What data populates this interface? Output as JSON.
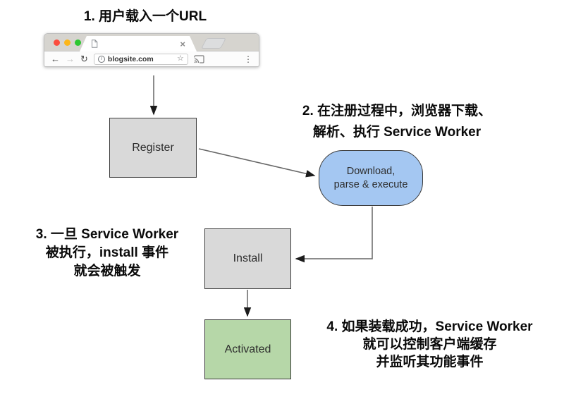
{
  "annotations": {
    "step1": "1. 用户载入一个URL",
    "step2": [
      "2. 在注册过程中，浏览器下载、",
      "解析、执行 Service Worker"
    ],
    "step3": [
      "3. 一旦 Service Worker",
      "被执行，install 事件",
      "就会被触发"
    ],
    "step4": [
      "4. 如果装载成功，Service Worker",
      "就可以控制客户端缓存",
      "并监听其功能事件"
    ]
  },
  "browser": {
    "url": "blogsite.com",
    "icons": {
      "back": "←",
      "forward": "→",
      "reload": "↻",
      "info": "i",
      "star": "☆",
      "cast": "cast-icon",
      "menu": "⋮",
      "tab_close": "×",
      "tab_page": "page-icon"
    }
  },
  "nodes": {
    "register": "Register",
    "download_line1": "Download,",
    "download_line2": "parse & execute",
    "install": "Install",
    "activated": "Activated"
  },
  "colors": {
    "node_gray": "#d9d9d9",
    "node_blue": "#a4c7f2",
    "node_green": "#b6d7a8",
    "node_border": "#3a3a3a",
    "arrow_line": "#666666",
    "traffic_red": "#fb4d3e",
    "traffic_yellow": "#fcb619",
    "traffic_green": "#2ec732"
  }
}
